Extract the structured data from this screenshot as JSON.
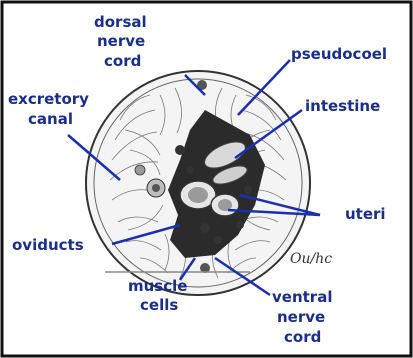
{
  "labels": {
    "dorsal_nerve_cord": [
      "dorsal",
      "nerve",
      "cord"
    ],
    "pseudocoel": "pseudocoel",
    "excretory_canal": [
      "excretory",
      "canal"
    ],
    "intestine": "intestine",
    "uteri": "uteri",
    "oviducts": "oviducts",
    "muscle_cells": [
      "muscle",
      "cells"
    ],
    "ventral_nerve_cord": [
      "ventral",
      "nerve",
      "cord"
    ],
    "signature": "Ou/hc"
  },
  "colors": {
    "label": "#1a2f8c",
    "pointer": "#1a2fb0",
    "border": "#111111",
    "tissue": "#c8c8c8",
    "dark_tissue": "#222222"
  }
}
